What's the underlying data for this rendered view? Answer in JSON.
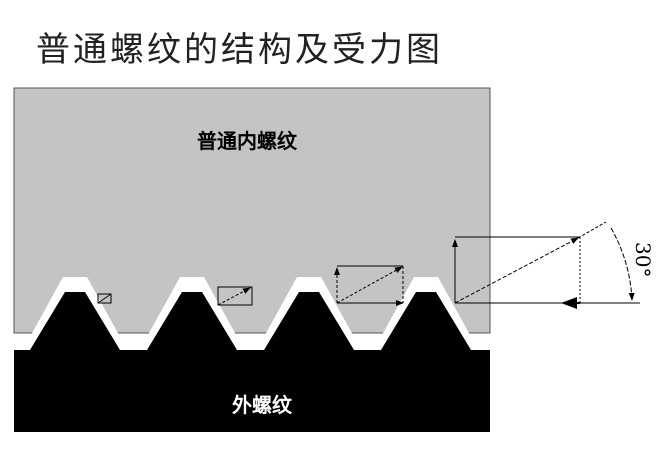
{
  "title": "普通螺纹的结构及受力图",
  "labels": {
    "internal_thread": "普通内螺纹",
    "external_thread": "外螺纹",
    "angle": "30°"
  },
  "colors": {
    "internal": "#c4c4c4",
    "external": "#000000",
    "gap": "#ffffff"
  }
}
